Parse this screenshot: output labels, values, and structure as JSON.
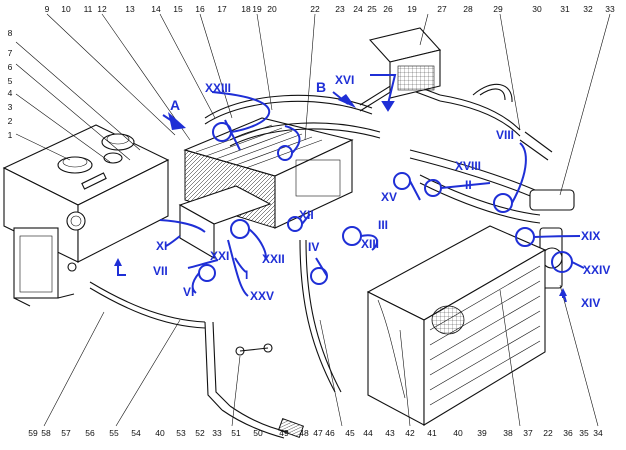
{
  "colors": {
    "ink": "#111111",
    "accent": "#1f2fd6",
    "paper": "#ffffff"
  },
  "top_labels": [
    "9",
    "10",
    "11",
    "12",
    "13",
    "14",
    "15",
    "16",
    "17",
    "18",
    "19",
    "20",
    "22",
    "23",
    "24",
    "25",
    "26",
    "19",
    "27",
    "28",
    "29",
    "30",
    "31",
    "32",
    "33"
  ],
  "left_labels": [
    "8",
    "7",
    "6",
    "5",
    "4",
    "3",
    "2",
    "1"
  ],
  "bottom_labels": [
    "59",
    "58",
    "57",
    "56",
    "55",
    "54",
    "40",
    "53",
    "52",
    "33",
    "51",
    "50",
    "49",
    "48",
    "47",
    "46",
    "45",
    "44",
    "43",
    "42",
    "41",
    "40",
    "39",
    "38",
    "37",
    "22",
    "36",
    "35",
    "34"
  ],
  "roman_labels": [
    "XXIII",
    "XVI",
    "VIII",
    "XVIII",
    "II",
    "XV",
    "XII",
    "III",
    "XIII",
    "XIX",
    "XXIV",
    "XIV",
    "IV",
    "XI",
    "XXII",
    "VII",
    "I",
    "VI",
    "XXV",
    "XXI"
  ],
  "view_labels": [
    "A",
    "B"
  ]
}
